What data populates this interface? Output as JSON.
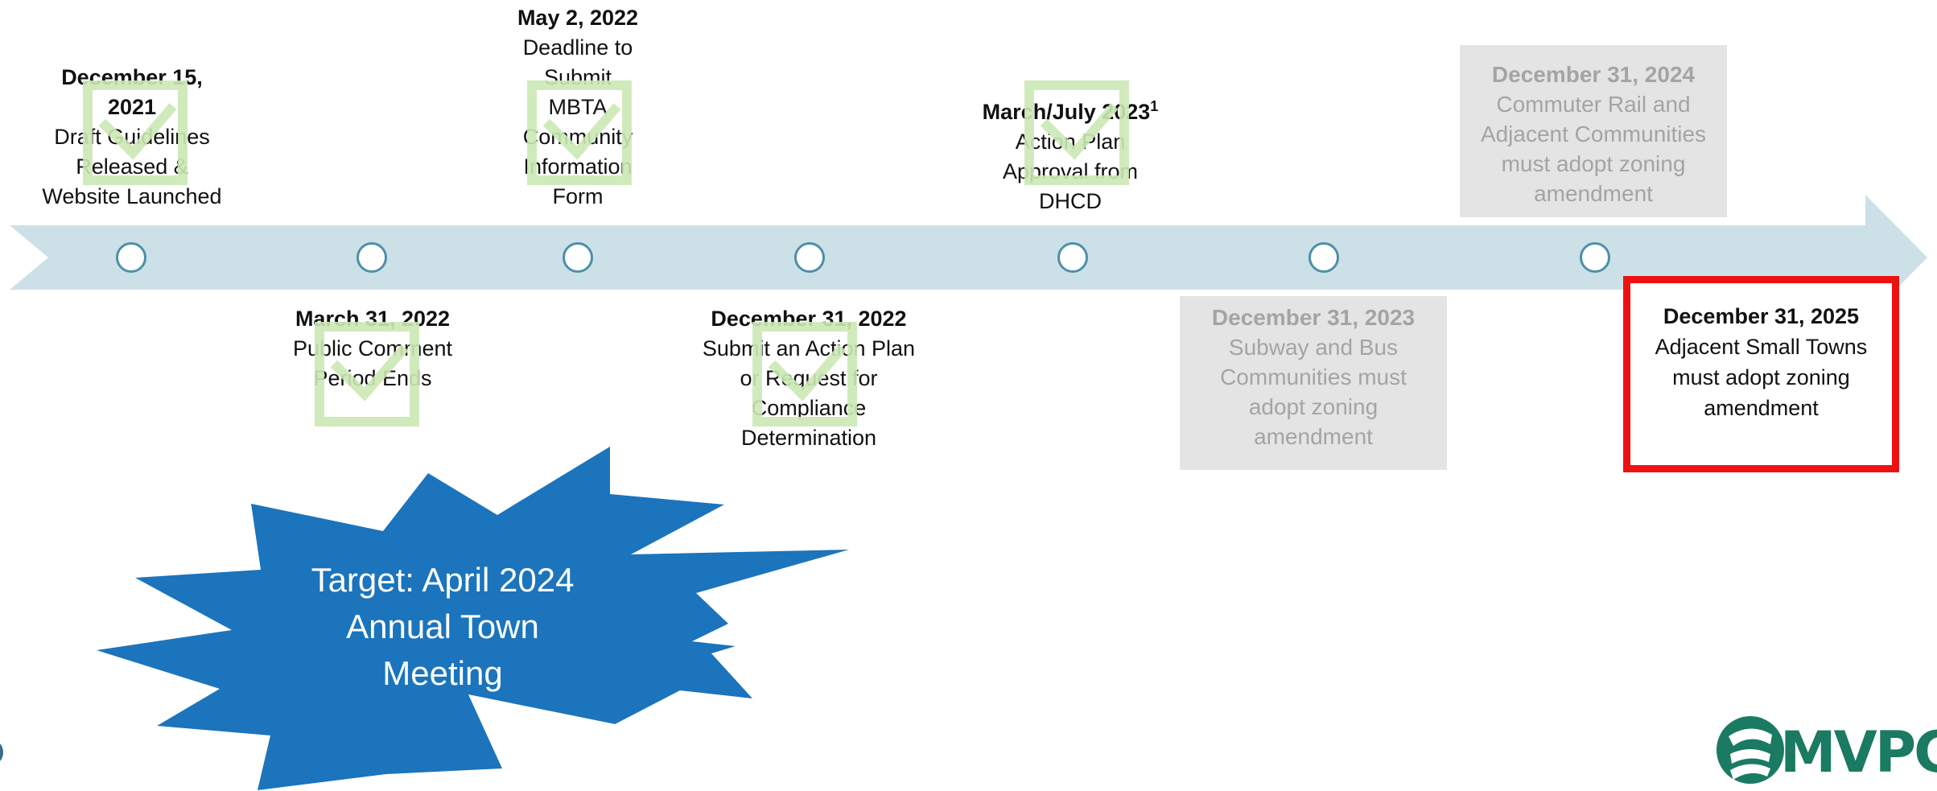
{
  "colors": {
    "arrow": "#cce0e8",
    "node_border": "#4e8fa8",
    "checkmark": "#cde8b5",
    "past_box": "#e4e4e4",
    "past_text": "#a4a4a4",
    "highlight_border": "#ee1111",
    "starburst": "#1b74bc",
    "logo": "#1a7a62"
  },
  "milestones": [
    {
      "date": "December 15, 2021",
      "desc": "Draft Guidelines\nReleased &\nWebsite Launched",
      "checked": true
    },
    {
      "date": "March 31, 2022",
      "desc": "Public Comment\nPeriod Ends",
      "checked": true
    },
    {
      "date": "May 2, 2022",
      "desc": "Deadline to\nSubmit\nMBTA\nCommunity\nInformation\nForm",
      "checked": true
    },
    {
      "date": "December 31, 2022",
      "desc": "Submit an Action Plan\nor Request for\nCompliance\nDetermination",
      "checked": true
    },
    {
      "date": "March/July 2023",
      "sup": "1",
      "desc": "Action Plan\nApproval  from\nDHCD",
      "checked": true
    },
    {
      "date": "December 31, 2023",
      "desc": "Subway and Bus\nCommunities must\nadopt zoning\namendment",
      "checked": false
    },
    {
      "date": "December 31, 2024",
      "desc": "Commuter Rail and\nAdjacent Communities\nmust adopt zoning\namendment",
      "checked": false
    },
    {
      "date": "December 31, 2025",
      "desc": "Adjacent Small Towns\nmust adopt zoning\namendment",
      "checked": false
    }
  ],
  "target": {
    "text": "Target: April 2024\nAnnual Town\nMeeting"
  },
  "logo": {
    "text": "MVPC",
    "icon": "mvpc-logo-icon"
  }
}
